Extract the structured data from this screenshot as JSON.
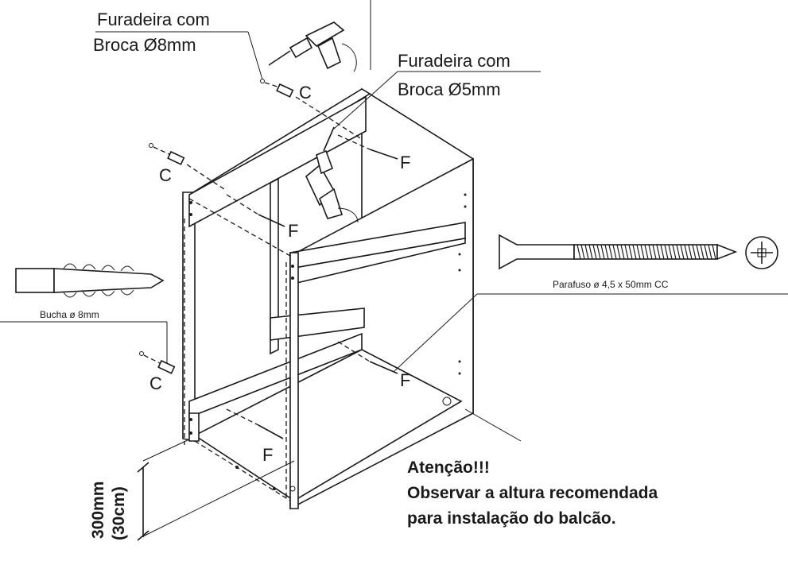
{
  "drill_8mm": {
    "line1": "Furadeira com",
    "line2": "Broca Ø8mm"
  },
  "drill_5mm": {
    "line1": "Furadeira com",
    "line2": "Broca Ø5mm"
  },
  "screw": {
    "label": "Parafuso ø 4,5 x 50mm CC"
  },
  "anchor": {
    "label": "Bucha ø 8mm"
  },
  "markers": {
    "c": "C",
    "f": "F"
  },
  "dimension": {
    "line1": "300mm",
    "line2": "(30cm)"
  },
  "warning": {
    "title": "Atenção!!!",
    "line1": "Observar a altura recomendada",
    "line2": "para instalação do balcão."
  }
}
